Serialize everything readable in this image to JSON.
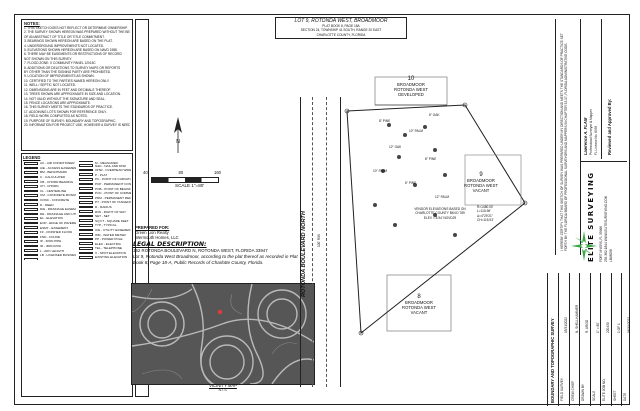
{
  "header": {
    "title": "LOT 9, ROTONDA WEST, BROADMOOR",
    "subtitle_lines": [
      "PLAT BOOK 8, PAGE 18A",
      "SECTION 24, TOWNSHIP 41 SOUTH, RANGE 20 EAST",
      "CHARLOTTE COUNTY, FLORIDA"
    ]
  },
  "notes": {
    "heading": "NOTES:",
    "items": [
      "1. THIS SKETCH DOES NOT REFLECT OR DETERMINE OWNERSHIP.",
      "2. THE SURVEY SHOWN HEREON WAS PREPARED WITHOUT THE BENEFIT",
      "   OF AN ABSTRACT OF TITLE OR TITLE COMMITMENT.",
      "3. BEARINGS SHOWN HEREON ARE BASED ON THE PLAT.",
      "4. UNDERGROUND IMPROVEMENTS NOT LOCATED.",
      "5. ELEVATIONS SHOWN HEREON ARE BASED ON NAVD 1988.",
      "6. THERE MAY BE EASEMENTS OR RESTRICTIONS OF RECORD",
      "   NOT SHOWN ON THIS SURVEY.",
      "7. FLOOD ZONE: X  COMMUNITY PANEL 12015C",
      "8. ADDITIONS OR DELETIONS TO SURVEY MAPS OR REPORTS",
      "   BY OTHER THAN THE SIGNING PARTY ARE PROHIBITED.",
      "9. LOCATION OF IMPROVEMENTS AS SHOWN.",
      "10. CERTIFIED TO THE PARTIES NAMED HEREON ONLY.",
      "11. WELL / SEPTIC NOT LOCATED.",
      "12. DIMENSIONS ARE IN FEET AND DECIMALS THEREOF.",
      "13. TREES SHOWN ARE APPROXIMATE IN SIZE AND LOCATION.",
      "14. NOT VALID WITHOUT THE SIGNATURE AND SEAL.",
      "15. FENCE LOCATIONS ARE APPROXIMATE.",
      "16. THIS SURVEY MEETS THE STANDARDS OF PRACTICE.",
      "17. ADJOINING LOTS SHOWN FOR REFERENCE ONLY.",
      "18. FIELD WORK COMPLETED AS NOTED.",
      "19. PURPOSE OF SURVEY: BOUNDARY AND TOPOGRAPHIC.",
      "20. INFORMATION FOR PROJECT USE, HOWEVER A SURVEY IS NEEDED."
    ]
  },
  "legend": {
    "heading": "LEGEND",
    "items": [
      "AC - AIR CONDITIONER",
      "A/E - ACCESS EASEMENT",
      "BM - BENCHMARK",
      "C - CALCULATED",
      "CB - CHORD BEARING",
      "CH - CHORD",
      "CL - CENTERLINE",
      "CM - CONCRETE MONUMENT",
      "CONC - CONCRETE",
      "D - DEED",
      "D/E - DRAINAGE EASEMENT",
      "DE - DRAINAGE AND UTILITY",
      "EL - ELEVATION",
      "EOP - EDGE OF PAVEMENT",
      "ESMT - EASEMENT",
      "FF - FINISHED FLOOR",
      "FND - FOUND",
      "IP - IRON PIPE",
      "IR - IRON ROD",
      "L - ARC LENGTH",
      "LB - LICENSED BUSINESS",
      "M - MEASURED",
      "N&D - NAIL AND DISK",
      "OHW - OVERHEAD WIRE",
      "P - PLAT",
      "PC - POINT OF CURVATURE",
      "PCP - PERMANENT CONTROL POINT",
      "POB - POINT OF BEGINNING",
      "POC - POINT OF COMMENCEMENT",
      "PRM - PERMANENT REFERENCE MONUMENT",
      "PT - POINT OF TANGENCY",
      "R - RADIUS",
      "R/W - RIGHT OF WAY",
      "SET - SET",
      "SQ FT - SQUARE FEET",
      "TYP - TYPICAL",
      "U/E - UTILITY EASEMENT",
      "WM - WATER METER",
      "PP - POWER POLE",
      "ELEC - ELECTRIC",
      "TEL - TELEPHONE",
      "X - SPOT ELEVATION",
      "EXISTING ELEVATION"
    ]
  },
  "scale": {
    "ticks": [
      "40",
      "80",
      "160"
    ],
    "label": "SCALE 1\"=80'"
  },
  "client": {
    "heading": "PREPARED FOR:",
    "lines": [
      "Green Lion Realty",
      "Wermouth Homes, LLC"
    ]
  },
  "legal": {
    "heading": "LEGAL DESCRIPTION:",
    "address": "152 ROTONDA BOULEVARD N, ROTONDA WEST, FLORIDA 33947",
    "body": "Lot 9, Rotonda West Broadmoor, according to the plat thereof as recorded in Plat Book 8, Page 18-A, Public Records of Charlotte County, Florida."
  },
  "vicinity": {
    "label": "VICINITY MAP",
    "sublabel": "N.T.S."
  },
  "road": {
    "name": "ROTONDA BOULEVARD NORTH",
    "row_label": "100' R/W"
  },
  "lots": {
    "lot10": {
      "number": "10",
      "lines": [
        "BROADMOOR",
        "ROTONDA WEST",
        "DEVELOPED"
      ]
    },
    "lot9": {
      "number": "9",
      "lines": [
        "BROADMOOR",
        "ROTONDA WEST",
        "VACANT"
      ]
    },
    "lot8": {
      "number": "8",
      "lines": [
        "BROADMOOR",
        "ROTONDA WEST",
        "VACANT"
      ]
    }
  },
  "survey_notes": {
    "elevation_note": [
      "VENDOR ELEVATIONS BASED ON",
      "CHARLOTTE COUNTY BM ID 789",
      "ELEV = 8.94' NGVD29"
    ],
    "curve": [
      "R=1480.00'",
      "L=115.96'",
      "Δ=4°29'21\"",
      "CH=115.93'"
    ],
    "trees": [
      "8\" PINE",
      "10\" PALM",
      "6\" OAK",
      "12\" OAK",
      "8\" PINE",
      "10\" PALM",
      "6\" PINE",
      "12\" PALM"
    ]
  },
  "certification": {
    "text": "I HEREBY CERTIFY THAT THIS SKETCH OF SURVEY WAS PREPARED UNDER MY DIRECTION AND MEETS THE STANDARDS OF PRACTICE SET FORTH BY THE FLORIDA BOARD OF PROFESSIONAL SURVEYORS AND MAPPERS IN CHAPTER 5J-17, FLORIDA ADMINISTRATIVE CODE.",
    "surveyor": "Lawrence A. FLAM",
    "surveyor_title": "Professional Surveyor & Mapper",
    "license": "FL License No. 6999",
    "approved": "Reviewed and Approved By:"
  },
  "company": {
    "name": "ELITE SURVEYING",
    "sub": "FORT MYERS, FL 33966",
    "phone": "239-362-1844  WWW.ELITESURVEYING.COM",
    "license": "LB#8058"
  },
  "title_block": {
    "project": "BOUNDARY AND TOPOGRAPHIC SURVEY",
    "rows": [
      {
        "label": "FIELD SURVEY",
        "value": "05/31/2022"
      },
      {
        "label": "CREW CHIEF",
        "value": "N. SHELLHAMMER"
      },
      {
        "label": "DRAWN BY",
        "value": "R. ARGO"
      },
      {
        "label": "SCALE",
        "value": "1\" = 80'"
      },
      {
        "label": "ELITE JOB NO.",
        "value": "220430"
      },
      {
        "label": "SHEET",
        "value": "1 OF 1"
      },
      {
        "label": "DATE",
        "value": "06/19/2022"
      }
    ]
  },
  "colors": {
    "line": "#222222",
    "lot_outline": "#7a7a7a",
    "logo_green": "#3aa845",
    "map_bg": "#5a5a5a"
  }
}
